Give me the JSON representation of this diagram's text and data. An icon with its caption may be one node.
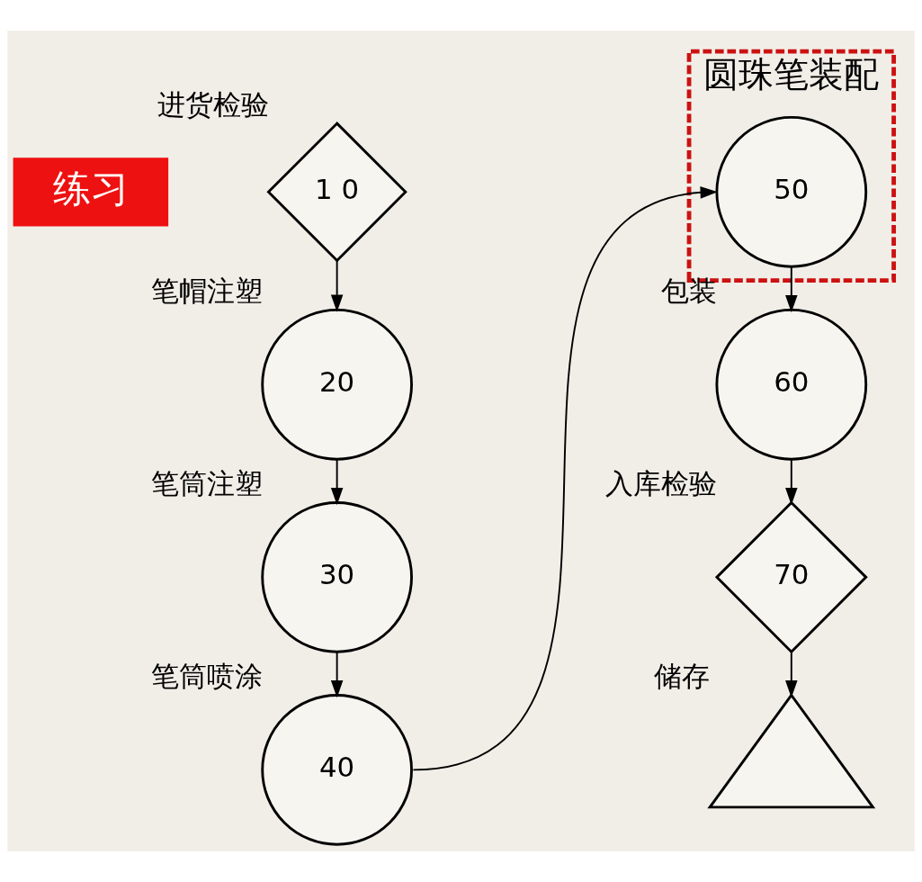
{
  "diagram": {
    "nodes": [
      {
        "text": [
          "练习"
        ]
      },
      {
        "text": [
          "1 0"
        ],
        "beside": [
          "进货检验"
        ]
      },
      {
        "text": [
          "20"
        ],
        "beside": [
          "笔帽注塑"
        ]
      },
      {
        "text": [
          "30"
        ],
        "beside": [
          "笔筒注塑"
        ]
      },
      {
        "text": [
          "40"
        ],
        "beside": [
          "笔筒喷涂"
        ]
      },
      {
        "text": [
          "圆珠笔装配"
        ]
      },
      {
        "text": [
          "50"
        ],
        "in": 5
      },
      {
        "text": [
          "60"
        ],
        "beside": [
          "包装"
        ]
      },
      {
        "text": [
          "70"
        ],
        "beside": [
          "入库检验"
        ]
      },
      {
        "text": [],
        "shape": "triangle",
        "beside": [
          "储存"
        ]
      }
    ],
    "edges": [
      {
        "from": 1,
        "to": 2,
        "arrow": "to"
      },
      {
        "from": 2,
        "to": 3,
        "arrow": "to"
      },
      {
        "from": 3,
        "to": 4,
        "arrow": "to"
      },
      {
        "from": 4,
        "to": 6,
        "arrow": "to"
      },
      {
        "from": 6,
        "to": 7,
        "arrow": "to"
      },
      {
        "from": 7,
        "to": 8,
        "arrow": "to"
      },
      {
        "from": 8,
        "to": 9,
        "arrow": "to"
      }
    ]
  }
}
